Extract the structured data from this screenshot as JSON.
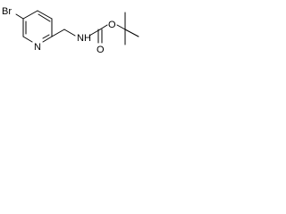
{
  "molecule": {
    "atom_labels": {
      "bromine": "Br",
      "ring_nitrogen": "N",
      "amine": "NH",
      "ether_oxygen": "O",
      "carbonyl_oxygen": "O"
    },
    "colors": {
      "bonds": "#000000",
      "labels": "#000000",
      "background": "#ffffff"
    }
  }
}
